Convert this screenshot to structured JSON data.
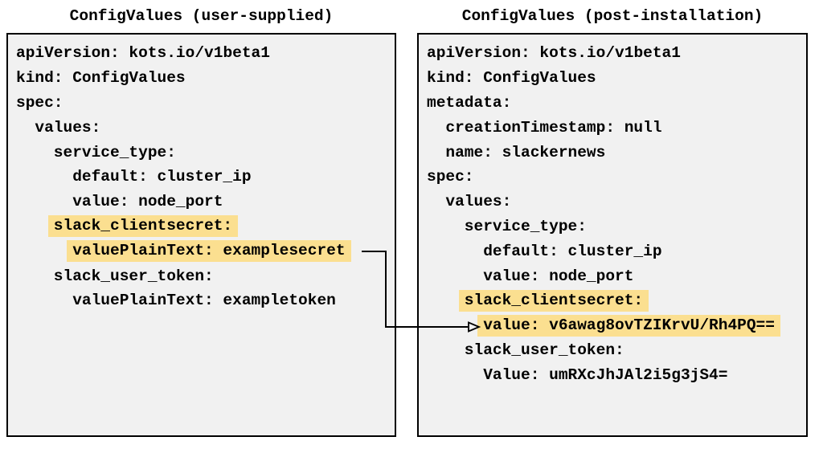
{
  "colors": {
    "highlight": "#fbdf90",
    "panel_background": "#f1f1f1",
    "panel_border": "#000000",
    "text": "#000000",
    "arrow": "#000000"
  },
  "panels": [
    {
      "title": "ConfigValues (user-supplied)",
      "lines": [
        {
          "text": "apiVersion: kots.io/v1beta1",
          "indent": 0,
          "highlight": false
        },
        {
          "text": "kind: ConfigValues",
          "indent": 0,
          "highlight": false
        },
        {
          "text": "spec:",
          "indent": 0,
          "highlight": false
        },
        {
          "text": "values:",
          "indent": 2,
          "highlight": false
        },
        {
          "text": "service_type:",
          "indent": 4,
          "highlight": false
        },
        {
          "text": "default: cluster_ip",
          "indent": 6,
          "highlight": false
        },
        {
          "text": "value: node_port",
          "indent": 6,
          "highlight": false
        },
        {
          "text": "slack_clientsecret:",
          "indent": 4,
          "highlight": true
        },
        {
          "text": "valuePlainText: examplesecret",
          "indent": 6,
          "highlight": true
        },
        {
          "text": "slack_user_token:",
          "indent": 4,
          "highlight": false
        },
        {
          "text": "valuePlainText: exampletoken",
          "indent": 6,
          "highlight": false
        }
      ]
    },
    {
      "title": "ConfigValues (post-installation)",
      "lines": [
        {
          "text": "apiVersion: kots.io/v1beta1",
          "indent": 0,
          "highlight": false
        },
        {
          "text": "kind: ConfigValues",
          "indent": 0,
          "highlight": false
        },
        {
          "text": "metadata:",
          "indent": 0,
          "highlight": false
        },
        {
          "text": "creationTimestamp: null",
          "indent": 2,
          "highlight": false
        },
        {
          "text": "name: slackernews",
          "indent": 2,
          "highlight": false
        },
        {
          "text": "spec:",
          "indent": 0,
          "highlight": false
        },
        {
          "text": "values:",
          "indent": 2,
          "highlight": false
        },
        {
          "text": "service_type:",
          "indent": 4,
          "highlight": false
        },
        {
          "text": "default: cluster_ip",
          "indent": 6,
          "highlight": false
        },
        {
          "text": "value: node_port",
          "indent": 6,
          "highlight": false
        },
        {
          "text": "slack_clientsecret:",
          "indent": 4,
          "highlight": true
        },
        {
          "text": "value: v6awag8ovTZIKrvU/Rh4PQ==",
          "indent": 6,
          "highlight": true
        },
        {
          "text": "slack_user_token:",
          "indent": 4,
          "highlight": false
        },
        {
          "text": "Value: umRXcJhJAl2i5g3jS4=",
          "indent": 6,
          "highlight": false
        }
      ]
    }
  ],
  "connector": {
    "from": "valuePlainText: examplesecret",
    "to": "value: v6awag8ovTZIKrvU/Rh4PQ=="
  }
}
